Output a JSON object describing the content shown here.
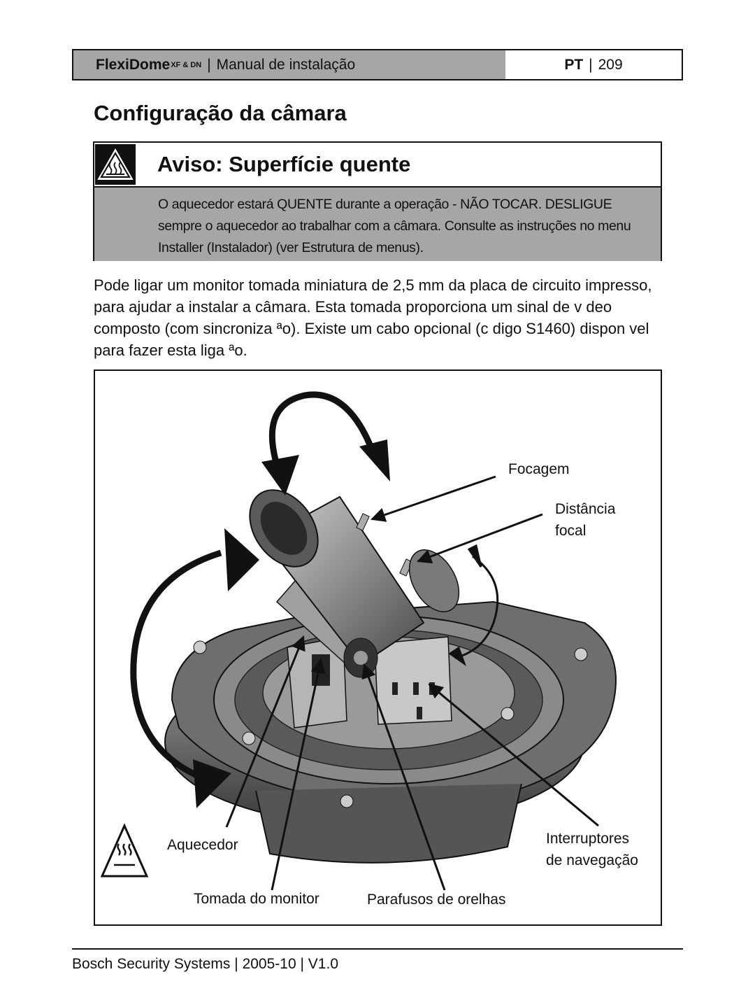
{
  "header": {
    "product": "FlexiDome",
    "product_sup": "XF & DN",
    "separator": "|",
    "manual": "Manual de instalação",
    "lang": "PT",
    "page": "209"
  },
  "title": "Configuração da câmara",
  "warning": {
    "title": "Aviso: Superfície quente",
    "body": "O aquecedor estará QUENTE durante a operação - NÃO TOCAR. DESLIGUE sempre o aquecedor ao trabalhar com a câmara. Consulte as instruções no menu Installer (Instalador) (ver Estrutura de menus)."
  },
  "paragraph": "Pode ligar um monitor   tomada miniatura de 2,5 mm da placa de circuito impresso, para ajudar a instalar a câmara. Esta tomada proporciona um sinal de v deo composto (com sincroniza ªo). Existe um cabo opcional (c digo S1460) dispon vel para fazer esta liga ªo.",
  "figure": {
    "labels": {
      "focagem": "Focagem",
      "distancia_1": "Distância",
      "distancia_2": "focal",
      "aquecedor": "Aquecedor",
      "interruptores_1": "Interruptores",
      "interruptores_2": "de navegação",
      "tomada": "Tomada do monitor",
      "parafusos": "Parafusos de orelhas"
    },
    "icons": [
      "hot-surface-warning-icon"
    ]
  },
  "footer": {
    "company": "Bosch Security Systems",
    "separator": "|",
    "date": "2005-10",
    "version": "V1.0"
  }
}
